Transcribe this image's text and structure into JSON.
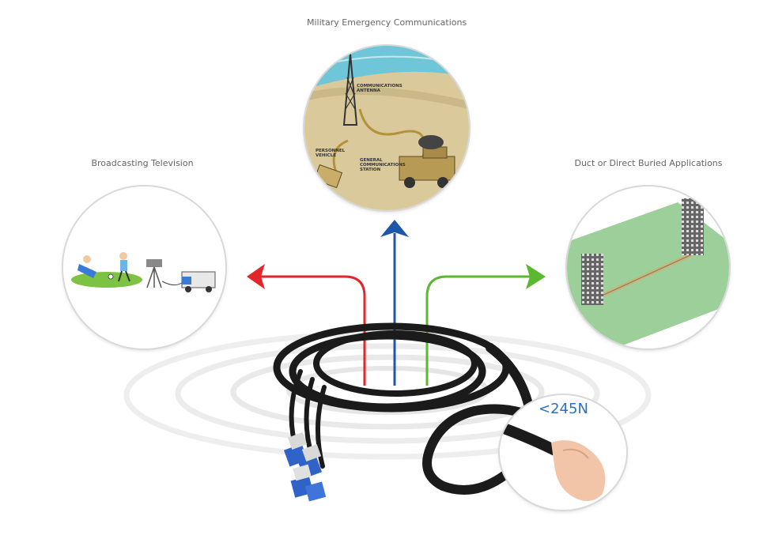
{
  "captions": {
    "top": "Military Emergency Communications",
    "left": "Broadcasting Television",
    "right": "Duct or Direct Buried Applications"
  },
  "military_labels": {
    "antenna_line1": "COMMUNICATIONS",
    "antenna_line2": "ANTENNA",
    "vehicle_line1": "PERSONNEL",
    "vehicle_line2": "VEHICLE",
    "station_line1": "GENERAL",
    "station_line2": "COMMUNICATIONS",
    "station_line3": "STATION"
  },
  "tension_label": "<245N",
  "colors": {
    "left_arrow": "#e2262a",
    "center_arrow": "#1d58a8",
    "right_arrow": "#5cb82e",
    "force_text": "#2a6fc9"
  },
  "icons": [
    "soccer-players",
    "tv-camera",
    "broadcast-van",
    "antenna-tower",
    "military-vehicle",
    "buildings",
    "fiber-cable",
    "lc-connector",
    "hand"
  ]
}
